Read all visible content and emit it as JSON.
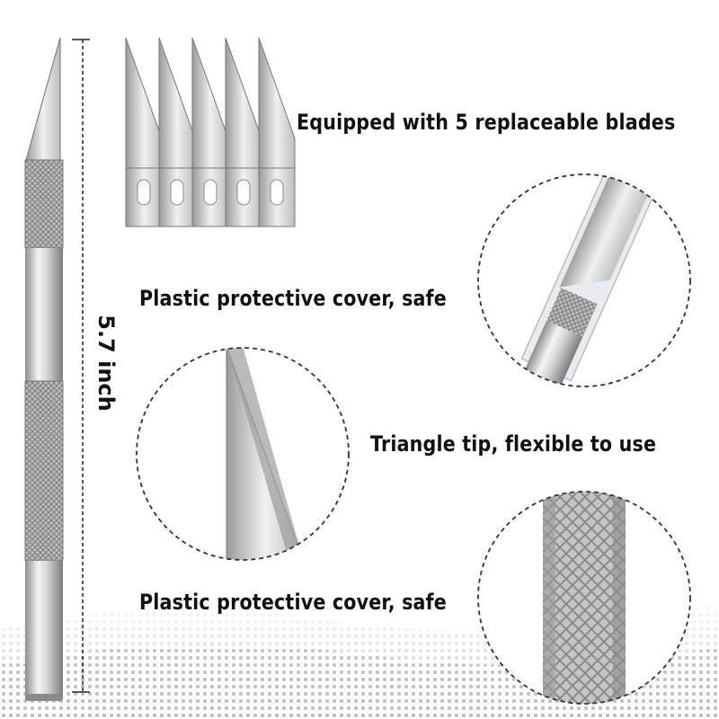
{
  "captions": {
    "blades": "Equipped with 5 replaceable blades",
    "cover_top": "Plastic protective cover, safe",
    "tip": "Triangle tip, flexible to use",
    "cover_bottom": "Plastic protective cover, safe"
  },
  "dimension": {
    "length": "5.7 inch"
  },
  "product": {
    "blade_count": 5
  },
  "colors": {
    "text": "#111111",
    "steel": "#c8c8c8",
    "background": "#ffffff"
  }
}
